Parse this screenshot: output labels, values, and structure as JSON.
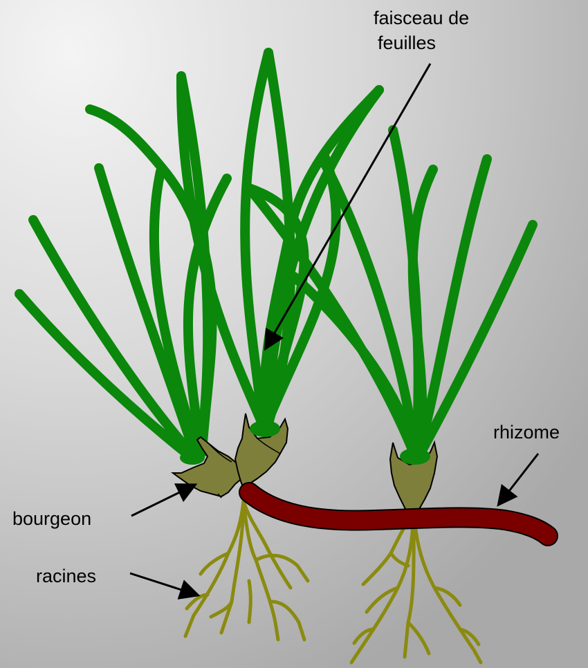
{
  "labels": {
    "leaf_bundle_line1": "faisceau de",
    "leaf_bundle_line2": "feuilles",
    "rhizome": "rhizome",
    "bud": "bourgeon",
    "roots": "racines"
  },
  "colors": {
    "leaf": "#0b870b",
    "bud_fill": "#7f7f3c",
    "rhizome": "#7a0000",
    "root": "#8a8a10",
    "arrow": "#000000"
  }
}
